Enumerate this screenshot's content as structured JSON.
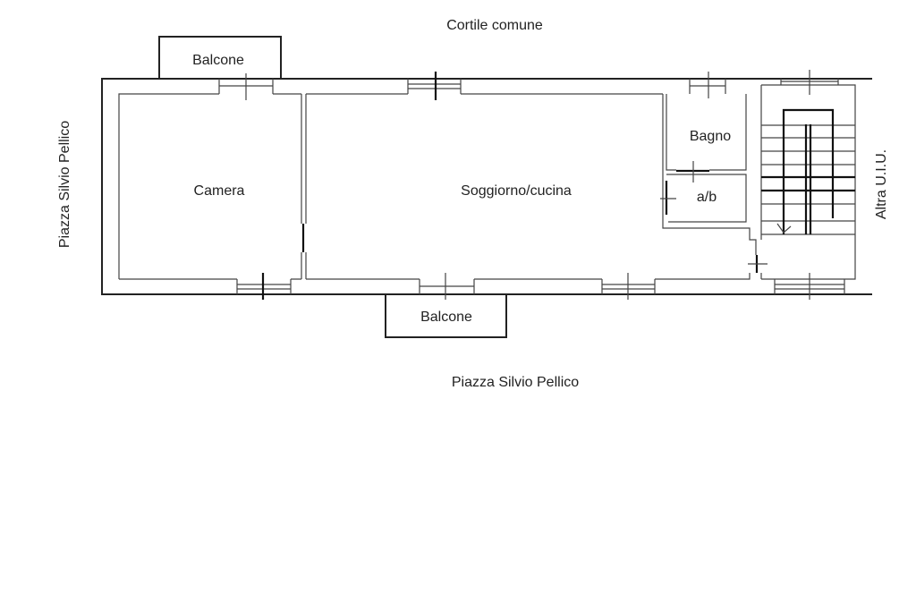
{
  "labels": {
    "top": "Cortile comune",
    "bottom": "Piazza Silvio Pellico",
    "left": "Piazza Silvio Pellico",
    "right": "Altra U.I.U."
  },
  "rooms": {
    "camera": "Camera",
    "soggiorno": "Soggiorno/cucina",
    "bagno": "Bagno",
    "ab": "a/b",
    "balcone_top": "Balcone",
    "balcone_bottom": "Balcone"
  }
}
